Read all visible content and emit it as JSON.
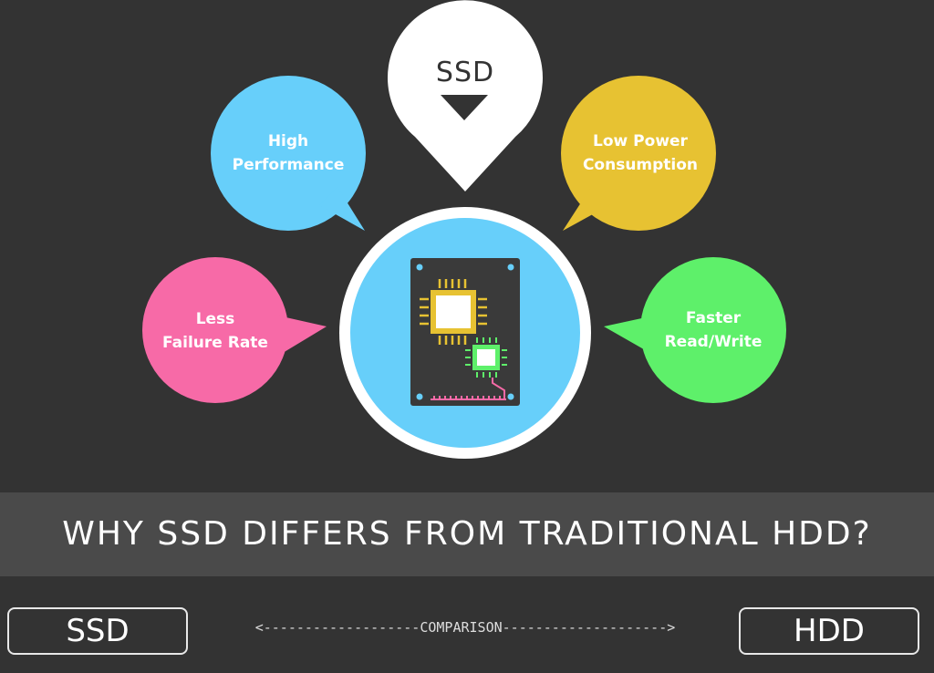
{
  "center": {
    "label": "SSD"
  },
  "bubbles": {
    "high_performance": {
      "lines": [
        "High",
        "Performance"
      ],
      "color": "#67cffa"
    },
    "low_power": {
      "lines": [
        "Low Power",
        "Consumption"
      ],
      "color": "#e7c232"
    },
    "less_failure": {
      "lines": [
        "Less",
        "Failure Rate"
      ],
      "color": "#f76aa7"
    },
    "faster_rw": {
      "lines": [
        "Faster",
        "Read/Write"
      ],
      "color": "#5ef06a"
    }
  },
  "banner": {
    "title": "WHY SSD DIFFERS FROM TRADITIONAL HDD?"
  },
  "footer": {
    "left_box": "SSD",
    "comparison": "<-------------------COMPARISON-------------------->",
    "right_box": "HDD"
  },
  "colors": {
    "background": "#333333",
    "banner": "#4a4a4a",
    "center_ring": "#ffffff",
    "center_fill": "#67cffa",
    "board": "#3a3a3a"
  }
}
